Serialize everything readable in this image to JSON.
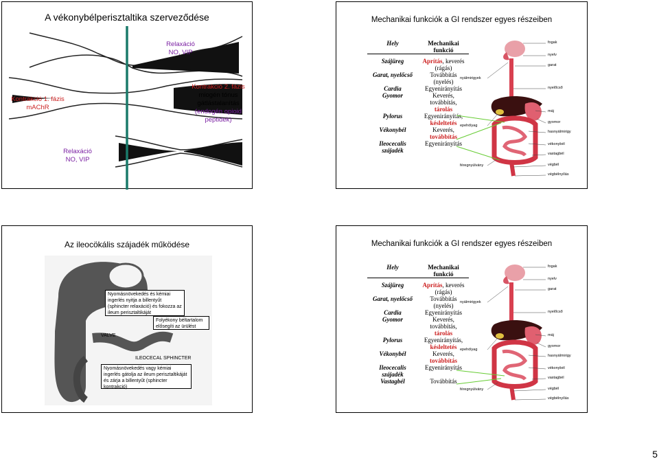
{
  "slide1": {
    "title": "A vékonybélperisztaltika szerveződése",
    "relax_top_1": "Relaxáció",
    "relax_top_2": "NO, VIP",
    "contr1_1": "Kontrakció 1. fázis",
    "contr1_2": "mAChR",
    "contr2_1": "Kontrakció 2. fázis",
    "contr2_2": "miogén tónus",
    "contr2_3": "gátlástalanítás",
    "contr2_4": "(endogén opioid",
    "contr2_5": "peptidek)",
    "relax_bot_1": "Relaxáció",
    "relax_bot_2": "NO, VIP"
  },
  "slide2": {
    "title": "Mechanikai funkciók a GI rendszer egyes részeiben",
    "col_place": "Hely",
    "col_func_1": "Mechanikai",
    "col_func_2": "funkció",
    "rows": [
      {
        "place": "Szájüreg",
        "f1": "Aprítás",
        "f1b": ", keverés",
        "f2": "(rágás)"
      },
      {
        "place": "Garat, nyelőcső",
        "f1": "Továbbítás",
        "f2": "(nyelés)"
      },
      {
        "place": "Cardia",
        "f1": "Egyenirányítás"
      },
      {
        "place": "Gyomor",
        "f1": "Keverés,",
        "f2": "továbbítás,",
        "f3": "tárolás"
      },
      {
        "place": "Pylorus",
        "f1": "Egyenirányítás,",
        "f2": "késleltetés"
      },
      {
        "place": "Vékonybél",
        "f1": "Keverés,",
        "f2": "továbbítás"
      },
      {
        "place": "Ileocecalis",
        "place2": "szájadék",
        "f1": "Egyenirányítás"
      }
    ],
    "anat": {
      "fogak": "fogak",
      "nyelv": "nyelv",
      "garat": "garat",
      "nyalmirigyek": "nyálmirigyek",
      "nyelocso": "nyelőcső",
      "maj": "máj",
      "gyomor": "gyomor",
      "epeholyag": "epehólyag",
      "hasnyalmirigy": "hasnyálmirigy",
      "vekonybel": "vékonybél",
      "vastagbel": "vastagbél",
      "feregnyulvany": "féregnyúlvány",
      "vegbel": "végbél",
      "vegbelnyilas": "végbélnyílás"
    }
  },
  "slide3": {
    "title": "Az ileocökális szájadék működése",
    "note1": "Nyomásnövekedés és kémiai ingerlés nyitja a billentyűt (sphincter relaxáció) és fokozza az ileum perisztaltikáját",
    "note2": "Folyékony béltartalom elősegíti az ürülést",
    "valve": "VALVE",
    "sphincter": "ILEOCECAL   SPHINCTER",
    "note3": "Nyomásnövekedés vagy kémiai ingerlés gátolja az ileum perisztaltikáját és zárja a billentyűt (sphincter kontrakció)"
  },
  "slide4": {
    "title": "Mechanikai funkciók a GI rendszer egyes részeiben",
    "extra_place": "Vastagbél",
    "extra_func": "Továbbítás"
  },
  "page_number": "5",
  "colors": {
    "red": "#cc2222",
    "purple": "#7a1fa2",
    "teal": "#1a7a6a"
  }
}
